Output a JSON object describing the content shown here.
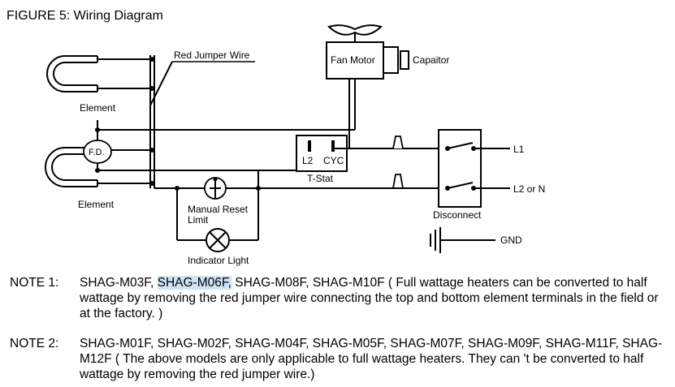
{
  "figure_title": "FIGURE 5: Wiring Diagram",
  "labels": {
    "red_jumper_wire": "Red Jumper Wire",
    "element_top": "Element",
    "element_bottom": "Element",
    "fd": "F.D.",
    "fan_motor": "Fan Motor",
    "capacitor": "Capaitor",
    "tstat_l2": "L2",
    "tstat_cyc": "CYC",
    "tstat": "T-Stat",
    "manual_reset_1": "Manual Reset",
    "manual_reset_2": "Limit",
    "indicator_light": "Indicator Light",
    "l1": "L1",
    "l2_or_n": "L2 or N",
    "disconnect": "Disconnect",
    "gnd": "GND"
  },
  "notes": [
    {
      "label": "NOTE 1:",
      "models_before": "SHAG-M03F,",
      "models_highlighted": "SHAG-M06F,",
      "models_after": " SHAG-M08F, SHAG-M10F",
      "text": " ( Full wattage heaters can be converted to half wattage by removing the red jumper wire connecting the top and bottom element terminals in the field or at the factory. )"
    },
    {
      "label": "NOTE 2:",
      "text": "SHAG-M01F, SHAG-M02F, SHAG-M04F,  SHAG-M05F,  SHAG-M07F,  SHAG-M09F, SHAG-M11F,  SHAG-M12F  ( The above models are only applicable to full wattage heaters. They can 't be converted to half wattage by removing the red jumper wire.)"
    }
  ],
  "colors": {
    "highlight": "#cfe3f7"
  }
}
